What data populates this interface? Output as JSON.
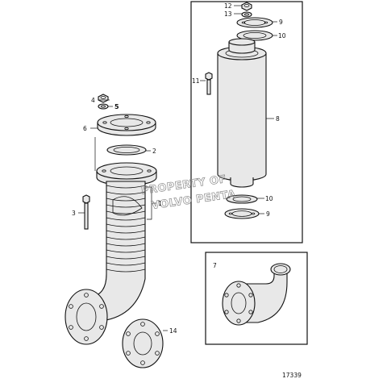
{
  "diagram": {
    "callouts": {
      "n1": "1",
      "n2": "2",
      "n3": "3",
      "n4": "4",
      "n5": "5",
      "n6": "6",
      "n7": "7",
      "n8": "8",
      "n9a": "9",
      "n9b": "9",
      "n10a": "10",
      "n10b": "10",
      "n11": "11",
      "n12": "12",
      "n13": "13",
      "n14": "14"
    },
    "watermark": {
      "line1": "PROPERTY OF",
      "line2": "VOLVO PENTA"
    },
    "drawing_number": "17339"
  }
}
